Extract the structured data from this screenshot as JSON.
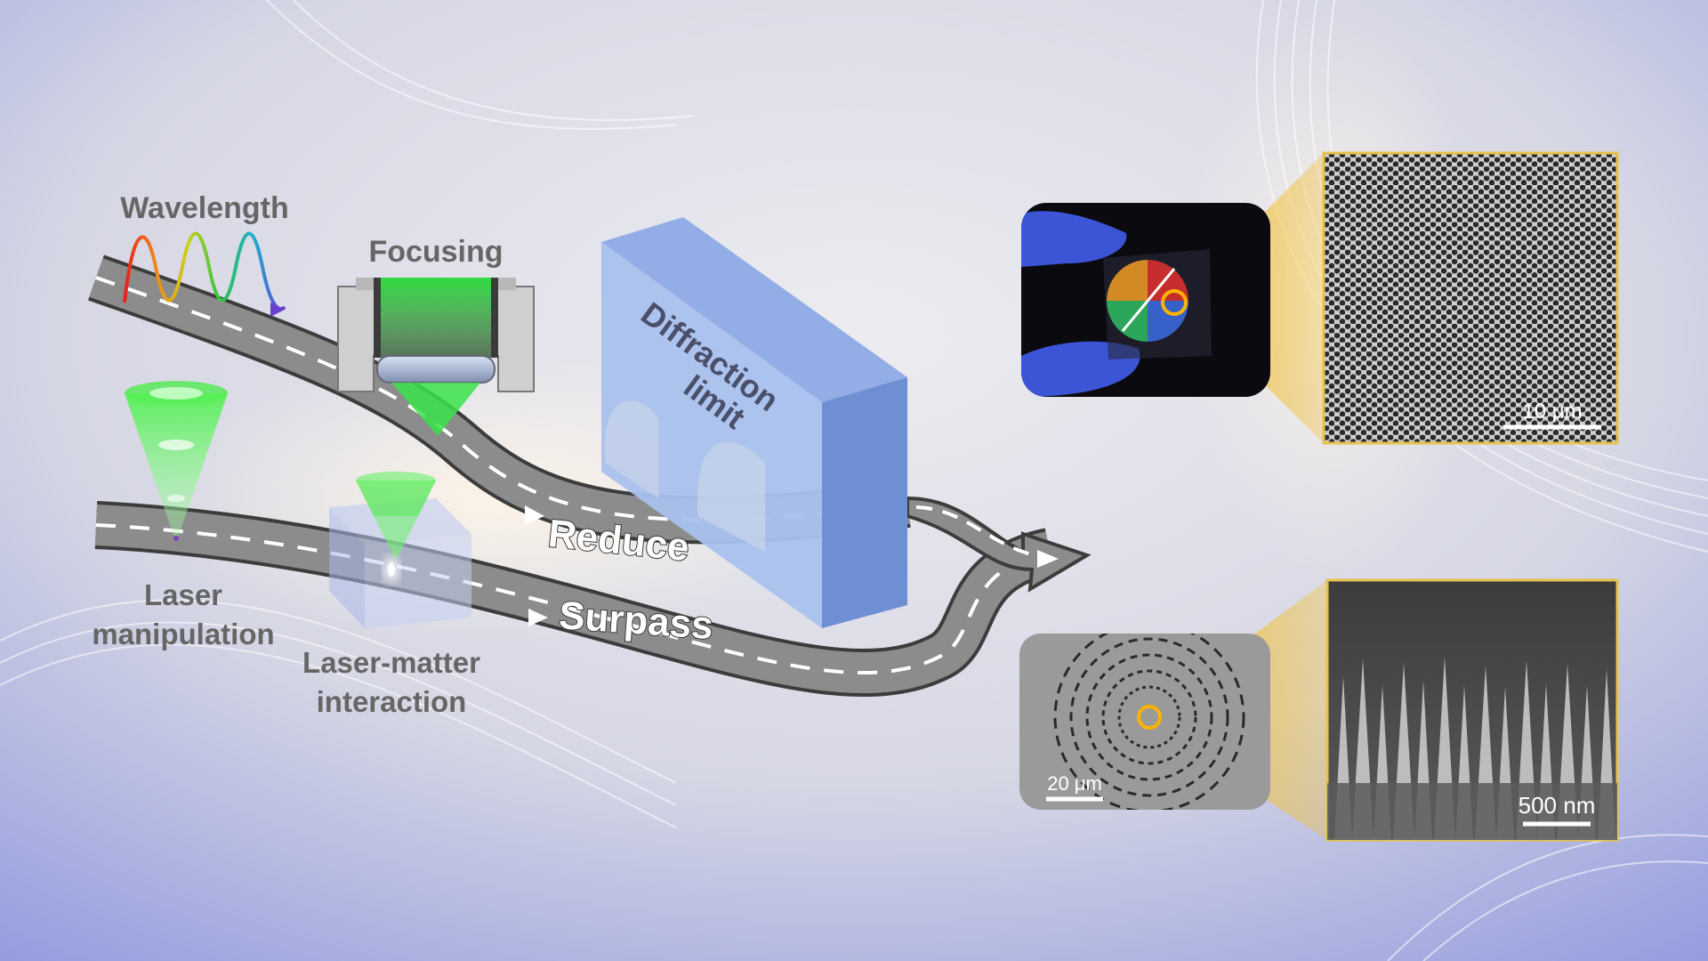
{
  "labels": {
    "wavelength": "Wavelength",
    "focusing": "Focusing",
    "laser_manipulation_line1": "Laser",
    "laser_manipulation_line2": "manipulation",
    "laser_matter_line1": "Laser-matter",
    "laser_matter_line2": "interaction",
    "diffraction_line1": "Diffraction",
    "diffraction_line2": "limit",
    "reduce": "Reduce",
    "surpass": "Surpass"
  },
  "scale_bars": {
    "honeycomb": "10 μm",
    "zone_plate": "20 μm",
    "nanopillars": "500 nm"
  },
  "colors": {
    "background_top": "#d9d9e1",
    "background_edge": "#9aa0e0",
    "road": "#8c8c8c",
    "road_edge": "#3c3c3c",
    "wall_front": "#9fb8e8",
    "laser_green": "#33dd44",
    "highlight_ring": "#ffb300",
    "zoom_wedge": "#e8b21a"
  }
}
